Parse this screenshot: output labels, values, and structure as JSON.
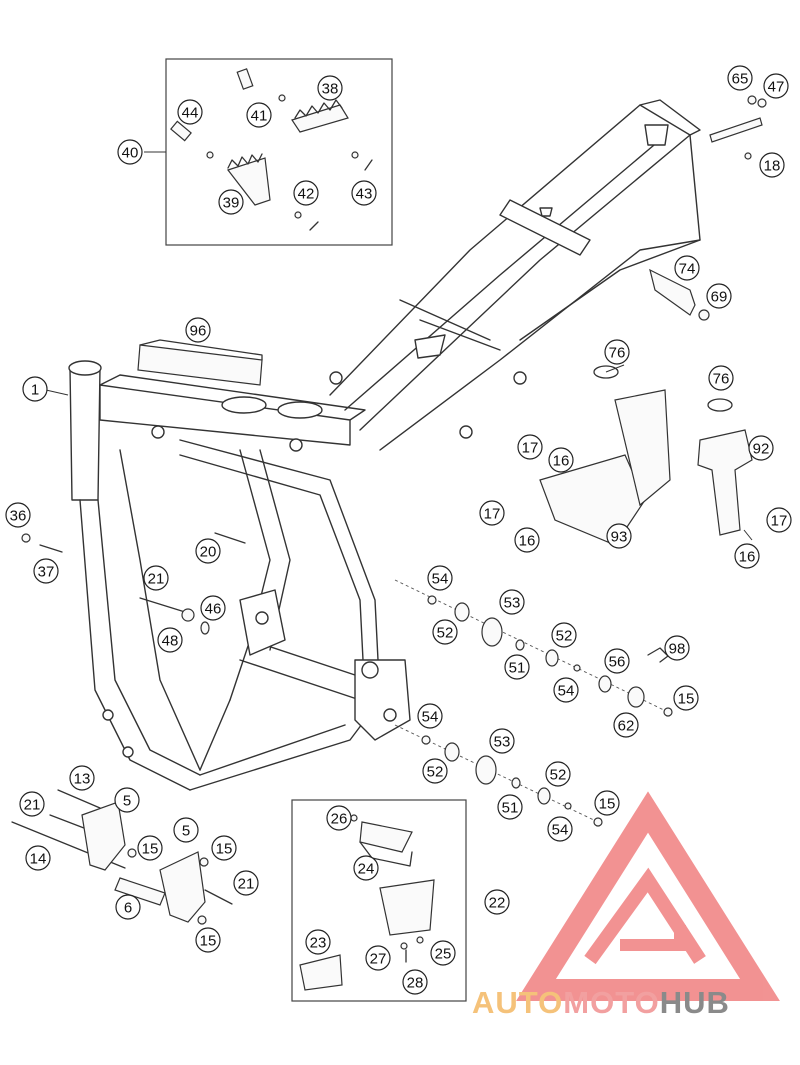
{
  "callouts": [
    "1",
    "5",
    "5",
    "6",
    "13",
    "14",
    "15",
    "15",
    "15",
    "15",
    "15",
    "16",
    "16",
    "16",
    "17",
    "17",
    "17",
    "18",
    "20",
    "21",
    "21",
    "21",
    "22",
    "23",
    "24",
    "25",
    "26",
    "27",
    "28",
    "36",
    "37",
    "38",
    "39",
    "40",
    "41",
    "42",
    "43",
    "44",
    "46",
    "47",
    "48",
    "51",
    "51",
    "52",
    "52",
    "52",
    "52",
    "53",
    "53",
    "54",
    "54",
    "54",
    "54",
    "56",
    "62",
    "65",
    "69",
    "74",
    "76",
    "76",
    "92",
    "93",
    "96",
    "98"
  ],
  "watermark": {
    "word_part1": "AUTO",
    "word_part2": "MOTO",
    "word_part3": "HUB",
    "color_part1": "#f5c27a",
    "color_part2": "#f2a0a0",
    "color_part3": "#8a8a8a",
    "logo_color": "#f08080"
  }
}
